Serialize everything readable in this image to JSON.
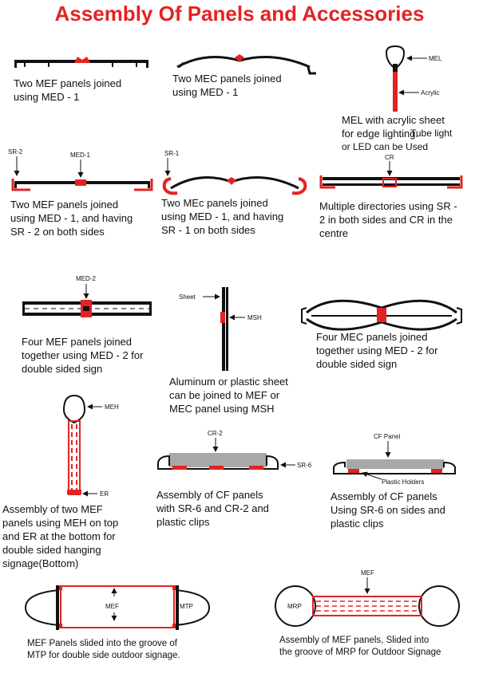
{
  "title": "Assembly Of Panels and Accessories",
  "captions": {
    "c1": [
      "Two MEF panels joined",
      "using MED - 1"
    ],
    "c2": [
      "Two MEC panels joined",
      "using MED - 1"
    ],
    "c3a": [
      "MEL with acrylic sheet",
      "for edge lighting."
    ],
    "c3b": [
      "Tube light",
      "or LED can be Used"
    ],
    "c4": [
      "Two MEF panels joined",
      "using MED - 1, and having",
      "SR - 2 on both sides"
    ],
    "c5": [
      "Two MEc panels joined",
      "using MED - 1, and having",
      "SR - 1 on both sides"
    ],
    "c6": [
      "Multiple directories using  SR -",
      "2 in both sides and CR in the",
      "centre"
    ],
    "c7": [
      "Four MEF panels joined",
      "together using MED - 2 for",
      "double sided sign"
    ],
    "c8": [
      "Aluminum or plastic sheet",
      "can be joined to MEF or",
      "MEC panel using MSH"
    ],
    "c9": [
      "Four MEC panels joined",
      "together using MED - 2 for",
      "double sided sign"
    ],
    "c10": [
      "Assembly of two MEF",
      "panels using MEH on top",
      "and ER at the bottom for",
      "double sided  hanging",
      "signage(Bottom)"
    ],
    "c11": [
      "Assembly of CF panels",
      "with SR-6 and CR-2 and",
      "plastic clips"
    ],
    "c12": [
      "Assembly of CF panels",
      "Using SR-6 on sides and",
      "plastic clips"
    ],
    "c13": [
      "MEF Panels slided into the groove of",
      "MTP for double side outdoor signage."
    ],
    "c14": [
      "Assembly of MEF panels, Slided into",
      "the groove of MRP  for Outdoor Signage"
    ]
  },
  "labels": {
    "mel": "MEL",
    "acrylic": "Acrylic",
    "sr2": "SR-2",
    "med1": "MED-1",
    "sr1": "SR-1",
    "cr": "CR",
    "med2": "MED-2",
    "sheet": "Sheet",
    "msh": "MSH",
    "meh": "MEH",
    "er": "ER",
    "cr2": "CR-2",
    "sr6": "SR-6",
    "cfpanel": "CF Panel",
    "plasticholders": "Plastic Holders",
    "mef_a": "MEF",
    "mtp": "MTP",
    "mef_b": "MEF",
    "mrp": "MRP"
  },
  "colors": {
    "accent": "#e32323",
    "line": "#111111",
    "grey_panel": "#a8a8a8"
  }
}
